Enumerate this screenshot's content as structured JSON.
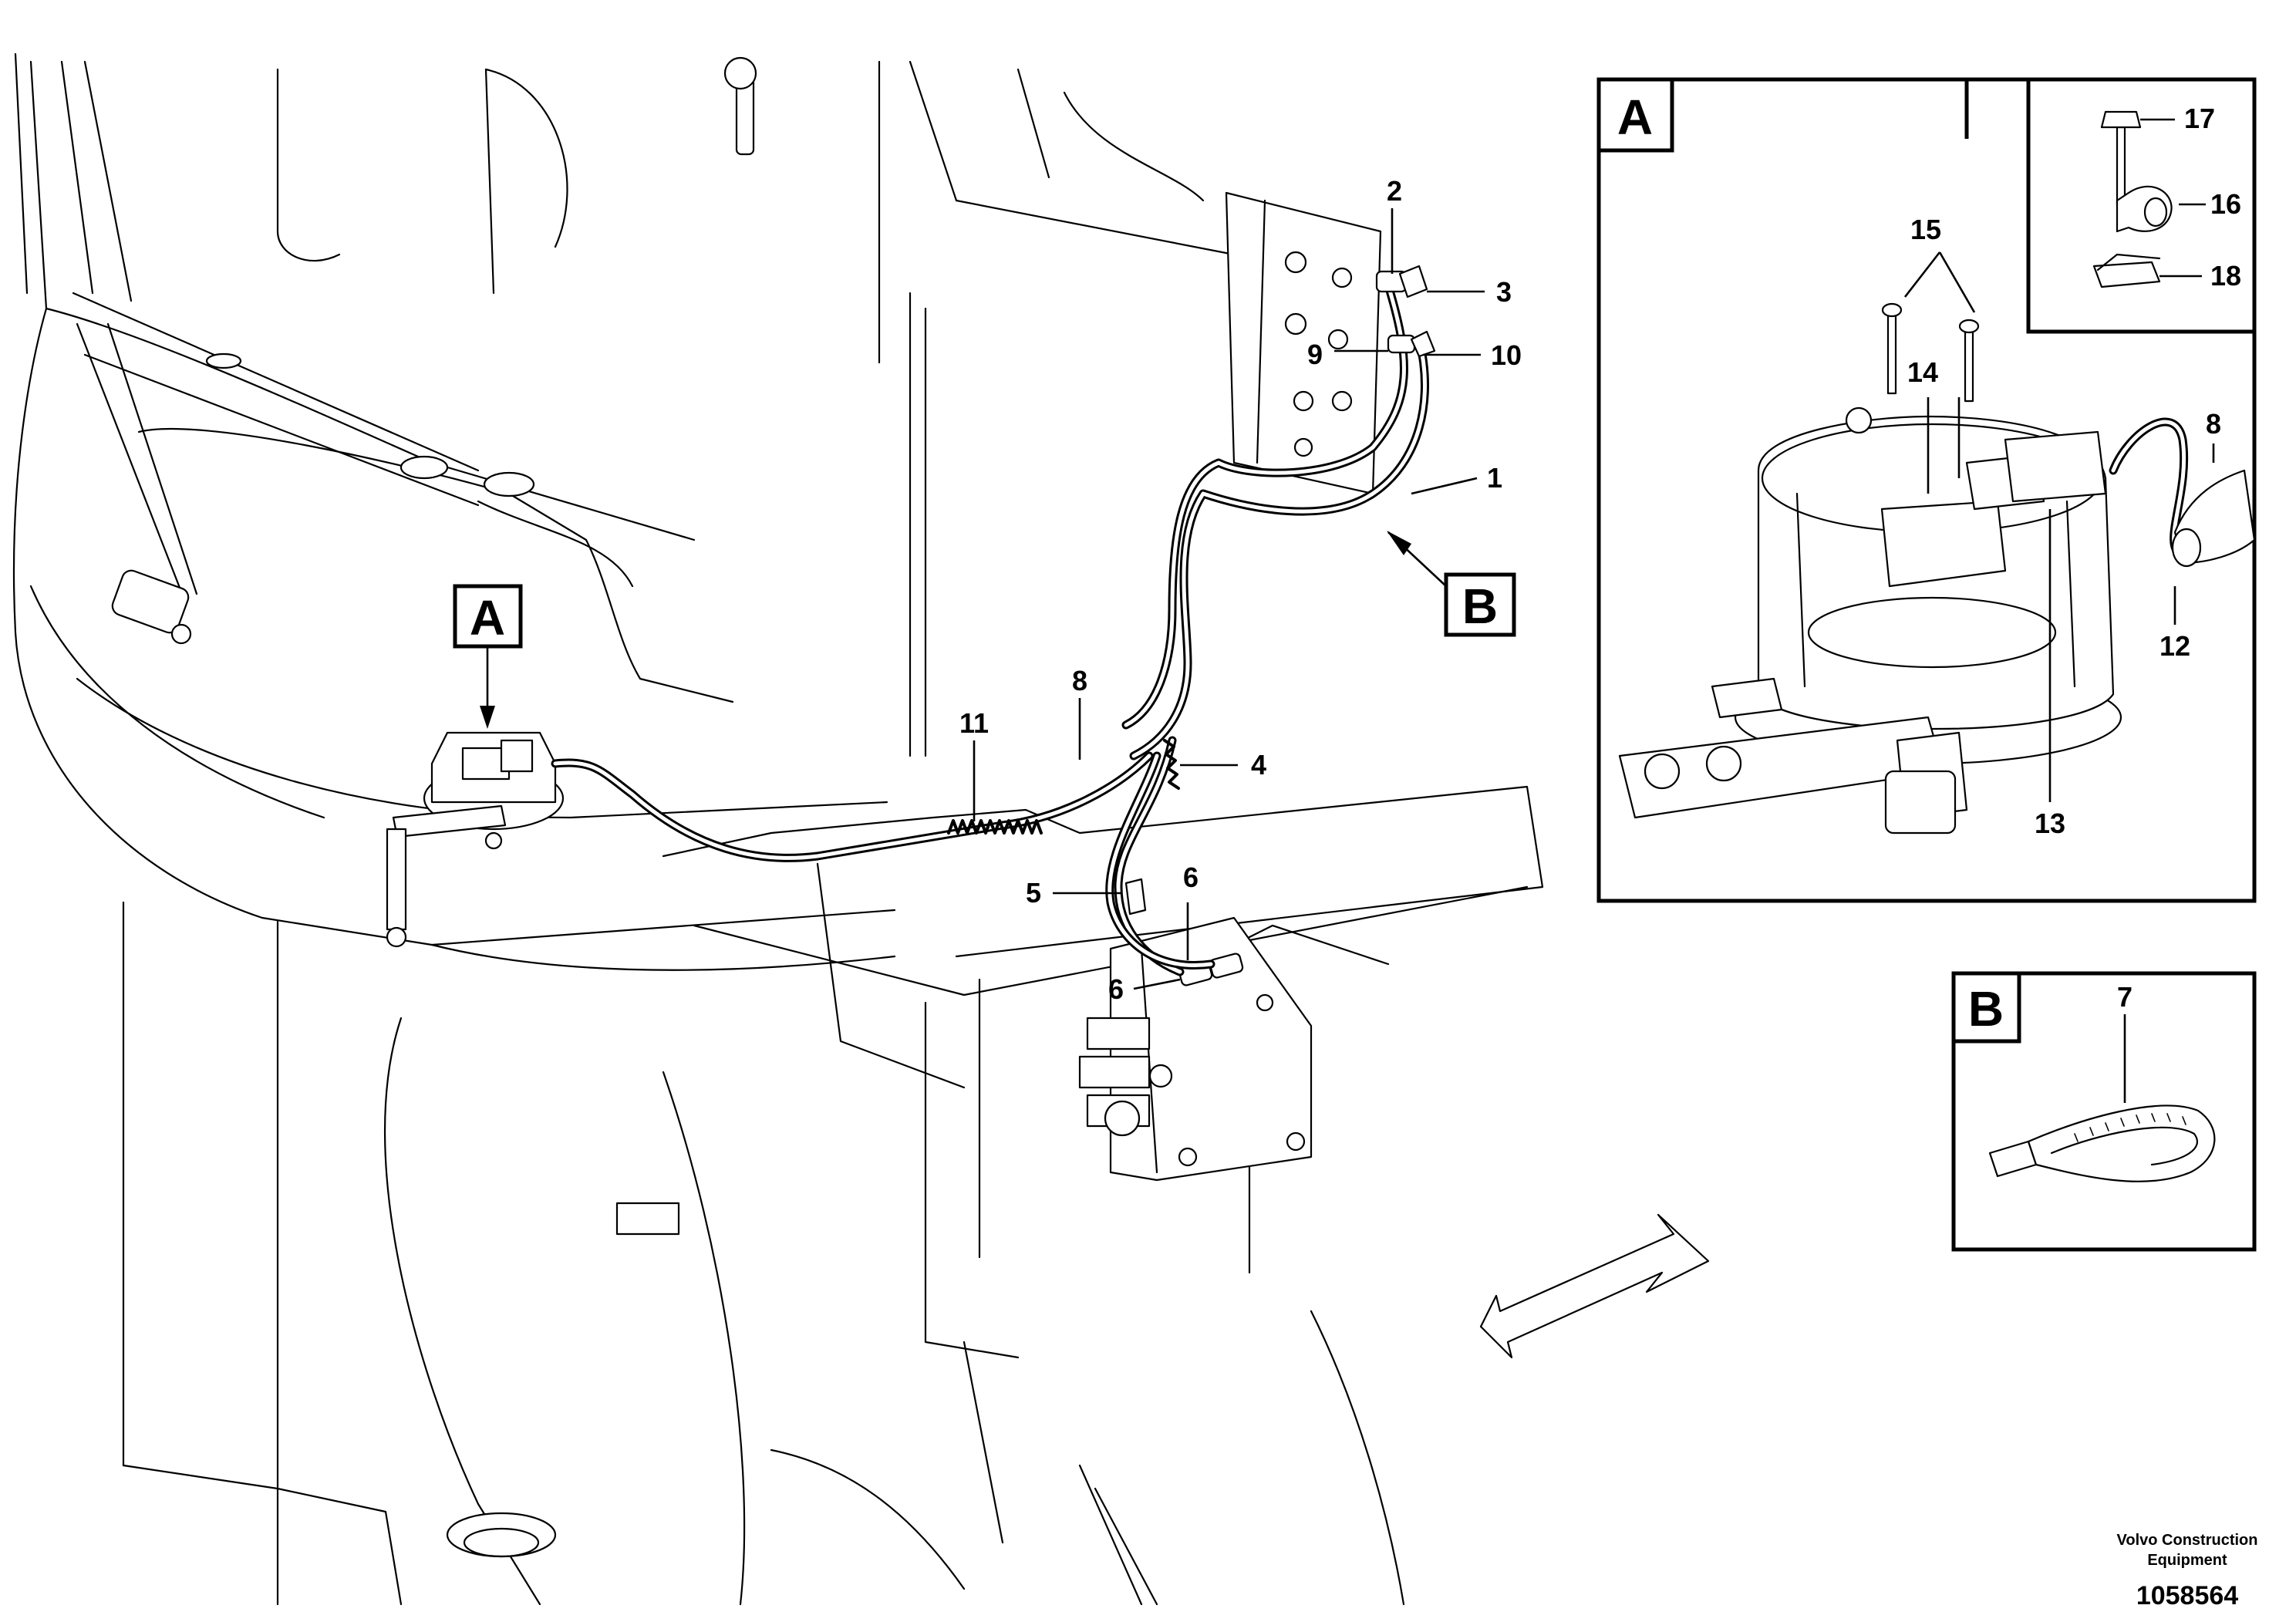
{
  "callouts": {
    "c1": "1",
    "c2": "2",
    "c3": "3",
    "c4": "4",
    "c5": "5",
    "c6a": "6",
    "c6b": "6",
    "c7": "7",
    "c8a": "8",
    "c8b": "8",
    "c9": "9",
    "c10": "10",
    "c11": "11",
    "c12": "12",
    "c13": "13",
    "c14": "14",
    "c15": "15",
    "c16": "16",
    "c17": "17",
    "c18": "18"
  },
  "view_labels": {
    "main_a": "A",
    "main_b": "B",
    "detail_a": "A",
    "detail_b": "B"
  },
  "footer": {
    "maker_line1": "Volvo Construction",
    "maker_line2": "Equipment",
    "drawing_number": "1058564"
  },
  "colors": {
    "ink": "#000000",
    "paper": "#ffffff"
  },
  "icons": {
    "direction": "direction-arrow-icon"
  }
}
